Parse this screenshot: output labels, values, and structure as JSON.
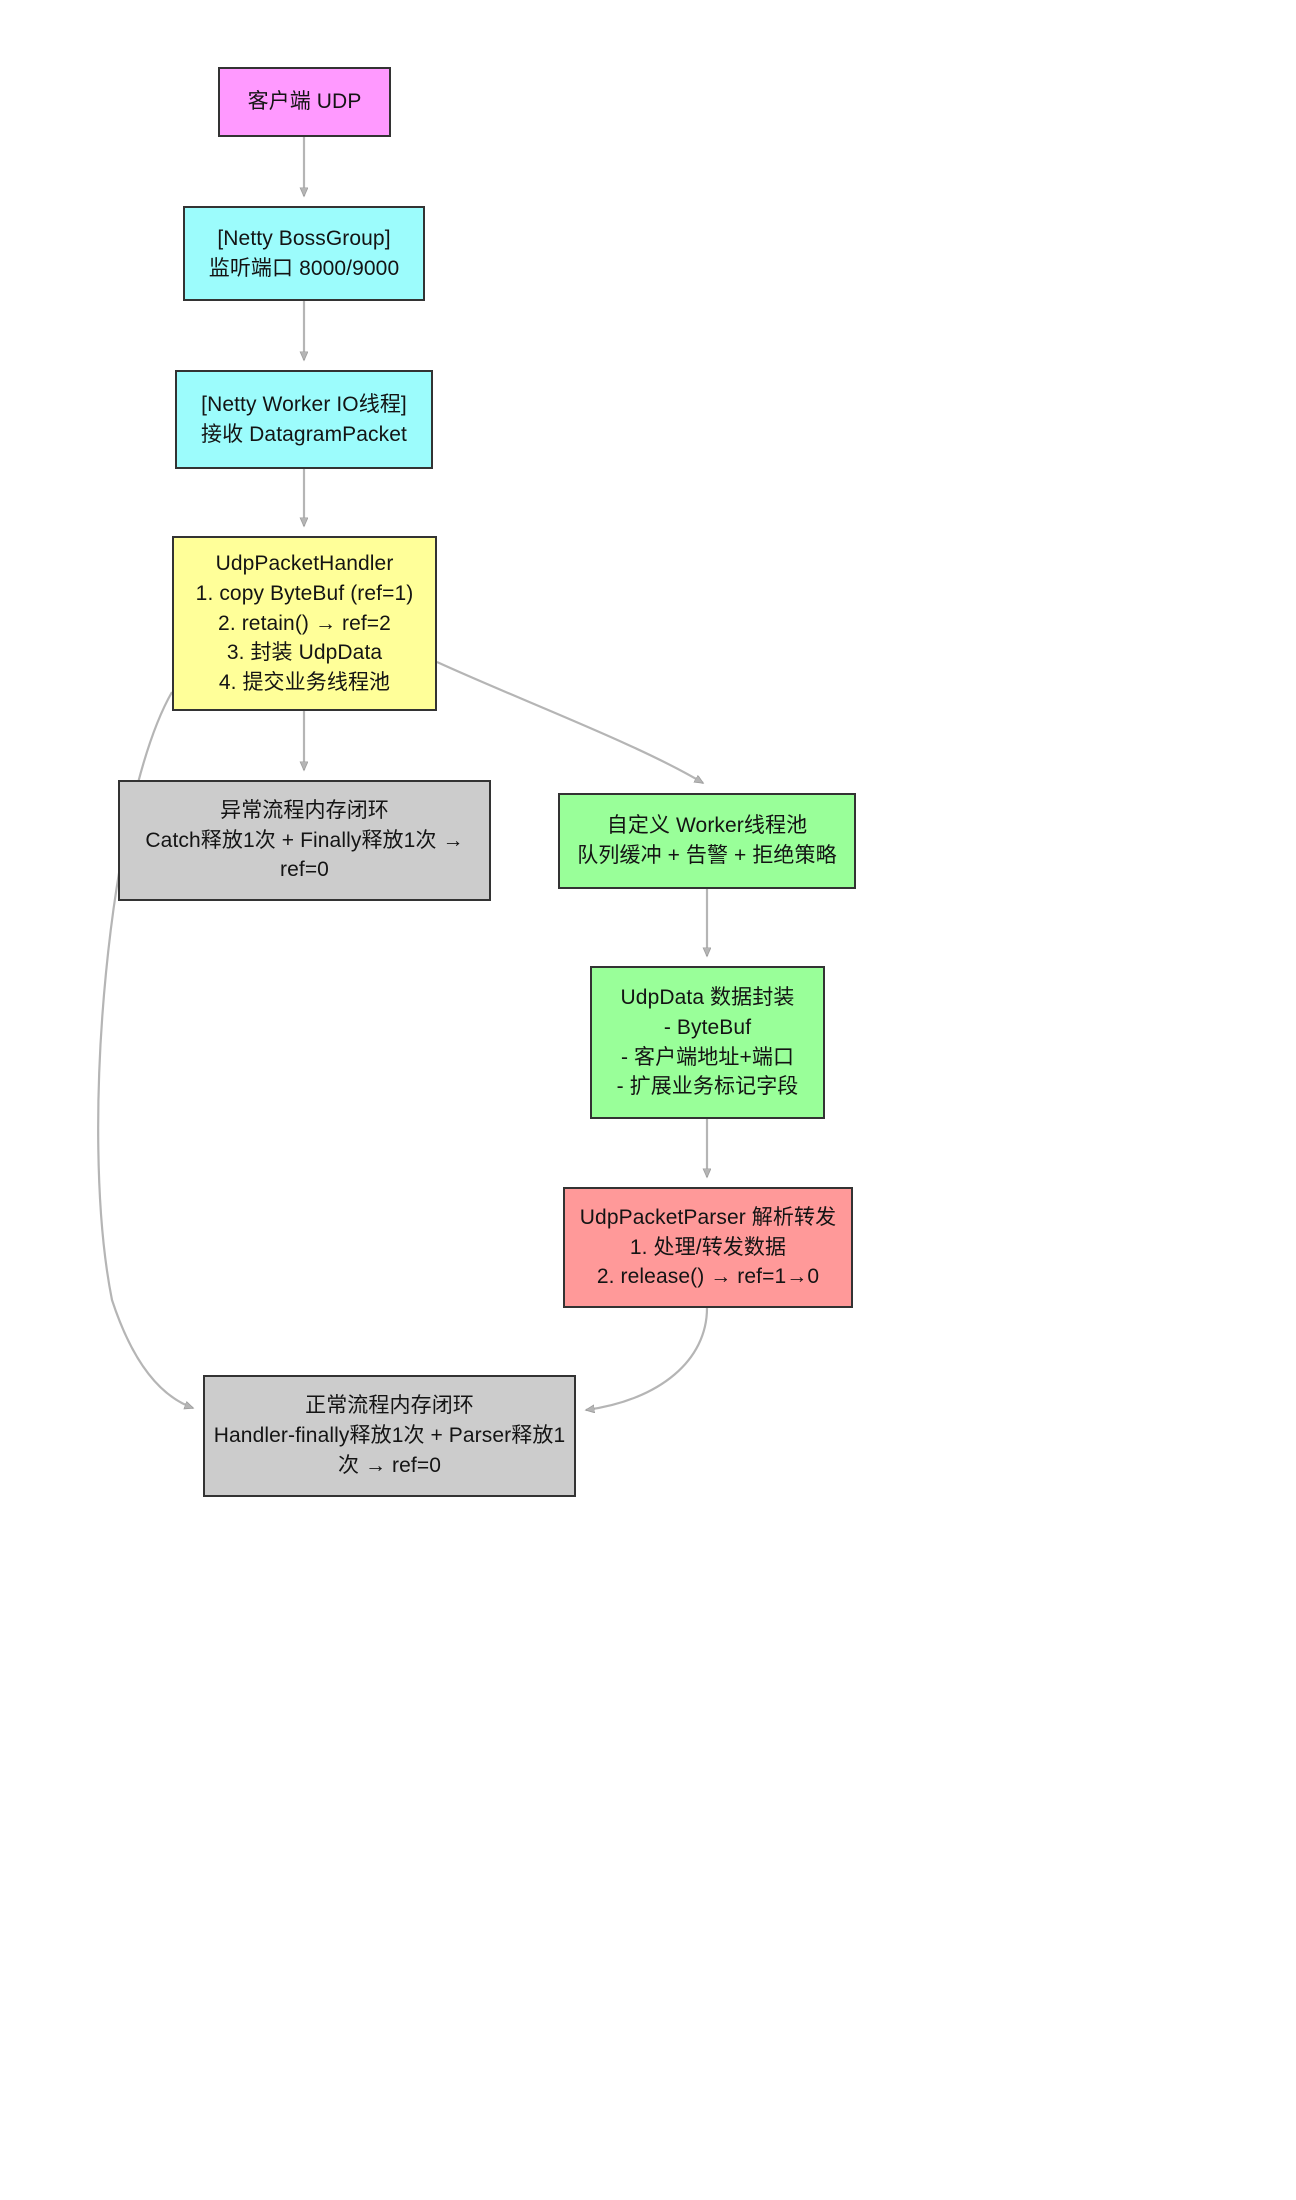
{
  "diagram": {
    "type": "flowchart",
    "direction": "top-to-bottom",
    "background": "#ffffff",
    "edge_color": "#b0b0b0",
    "border_color": "#333333",
    "nodes": [
      {
        "id": "client",
        "fill": "#ff99ff",
        "lines": [
          "客户端 UDP"
        ]
      },
      {
        "id": "bossgroup",
        "fill": "#9cfcfc",
        "lines": [
          "[Netty BossGroup]",
          "监听端口 8000/9000"
        ]
      },
      {
        "id": "workerio",
        "fill": "#9cfcfc",
        "lines": [
          "[Netty Worker IO线程]",
          "接收 DatagramPacket"
        ]
      },
      {
        "id": "handler",
        "fill": "#ffff99",
        "lines": [
          "UdpPacketHandler",
          "1. copy ByteBuf (ref=1)",
          "2. retain() → ref=2",
          "3. 封装 UdpData",
          "4. 提交业务线程池"
        ]
      },
      {
        "id": "exception",
        "fill": "#cccccc",
        "lines": [
          "异常流程内存闭环",
          "Catch释放1次 + Finally释放1次 →",
          "ref=0"
        ]
      },
      {
        "id": "workerpool",
        "fill": "#99ff99",
        "lines": [
          "自定义 Worker线程池",
          "队列缓冲 + 告警 + 拒绝策略"
        ]
      },
      {
        "id": "udpdata",
        "fill": "#99ff99",
        "lines": [
          "UdpData 数据封装",
          "- ByteBuf",
          "- 客户端地址+端口",
          "- 扩展业务标记字段"
        ]
      },
      {
        "id": "parser",
        "fill": "#ff9999",
        "lines": [
          "UdpPacketParser 解析转发",
          "1. 处理/转发数据",
          "2. release() → ref=1→0"
        ]
      },
      {
        "id": "normal",
        "fill": "#cccccc",
        "lines": [
          "正常流程内存闭环",
          "Handler-finally释放1次 + Parser释放1",
          "次 → ref=0"
        ]
      }
    ],
    "edges": [
      {
        "from": "client",
        "to": "bossgroup"
      },
      {
        "from": "bossgroup",
        "to": "workerio"
      },
      {
        "from": "workerio",
        "to": "handler"
      },
      {
        "from": "handler",
        "to": "exception"
      },
      {
        "from": "handler",
        "to": "workerpool"
      },
      {
        "from": "handler",
        "to": "normal"
      },
      {
        "from": "workerpool",
        "to": "udpdata"
      },
      {
        "from": "udpdata",
        "to": "parser"
      },
      {
        "from": "parser",
        "to": "normal"
      }
    ]
  }
}
